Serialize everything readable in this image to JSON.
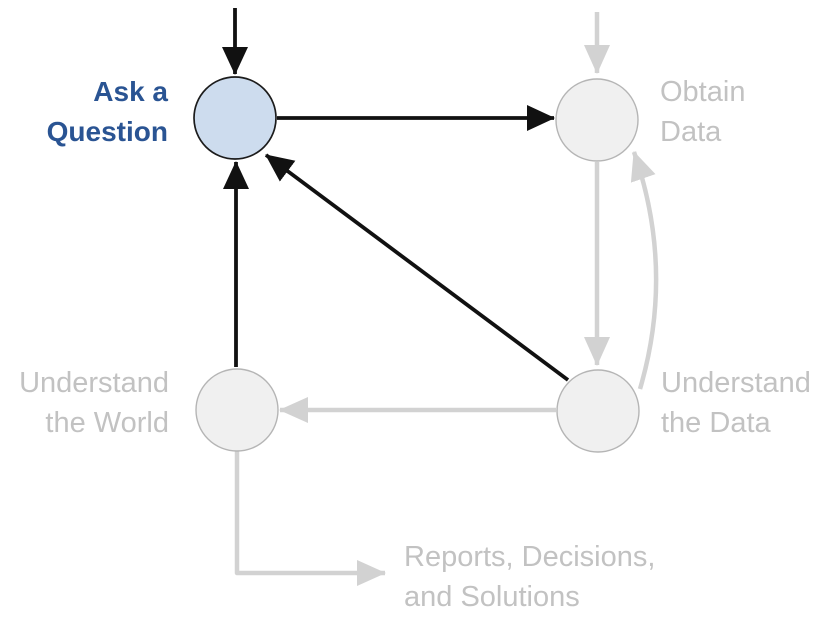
{
  "diagram": {
    "description": "Data science lifecycle flow diagram with the 'Ask a Question' stage highlighted and all other stages dimmed",
    "active_node": "ask-question",
    "nodes": [
      {
        "id": "ask-question",
        "label": "Ask a\nQuestion",
        "state": "active"
      },
      {
        "id": "obtain-data",
        "label": "Obtain\nData",
        "state": "dimmed"
      },
      {
        "id": "understand-world",
        "label": "Understand\nthe World",
        "state": "dimmed"
      },
      {
        "id": "understand-data",
        "label": "Understand\nthe Data",
        "state": "dimmed"
      },
      {
        "id": "reports",
        "label": "Reports, Decisions,\nand Solutions",
        "state": "dimmed"
      }
    ],
    "edges": [
      {
        "id": "entry-to-ask",
        "to": "ask-question",
        "state": "highlighted"
      },
      {
        "id": "ask-to-obtain",
        "from": "ask-question",
        "to": "obtain-data",
        "state": "highlighted"
      },
      {
        "id": "understand-data-to-ask",
        "from": "understand-data",
        "to": "ask-question",
        "state": "highlighted"
      },
      {
        "id": "understand-world-to-ask",
        "from": "understand-world",
        "to": "ask-question",
        "state": "highlighted"
      },
      {
        "id": "entry-to-obtain",
        "to": "obtain-data",
        "state": "dimmed"
      },
      {
        "id": "obtain-to-understand-data",
        "from": "obtain-data",
        "to": "understand-data",
        "state": "dimmed"
      },
      {
        "id": "understand-data-to-obtain",
        "from": "understand-data",
        "to": "obtain-data",
        "state": "dimmed",
        "curved": true
      },
      {
        "id": "understand-data-to-understand-world",
        "from": "understand-data",
        "to": "understand-world",
        "state": "dimmed"
      },
      {
        "id": "understand-world-to-reports",
        "from": "understand-world",
        "to": "reports",
        "state": "dimmed",
        "elbow": true
      }
    ],
    "palette": {
      "active_node_fill": "#cddcee",
      "active_node_border": "#1c1c1c",
      "active_text": "#2a5493",
      "active_arrow": "#111111",
      "dimmed_node_fill": "#f0f0f0",
      "dimmed_node_border": "#b5b5b5",
      "dimmed_text": "#c2c2c2",
      "dimmed_arrow": "#d2d2d2",
      "background": "#ffffff"
    }
  }
}
